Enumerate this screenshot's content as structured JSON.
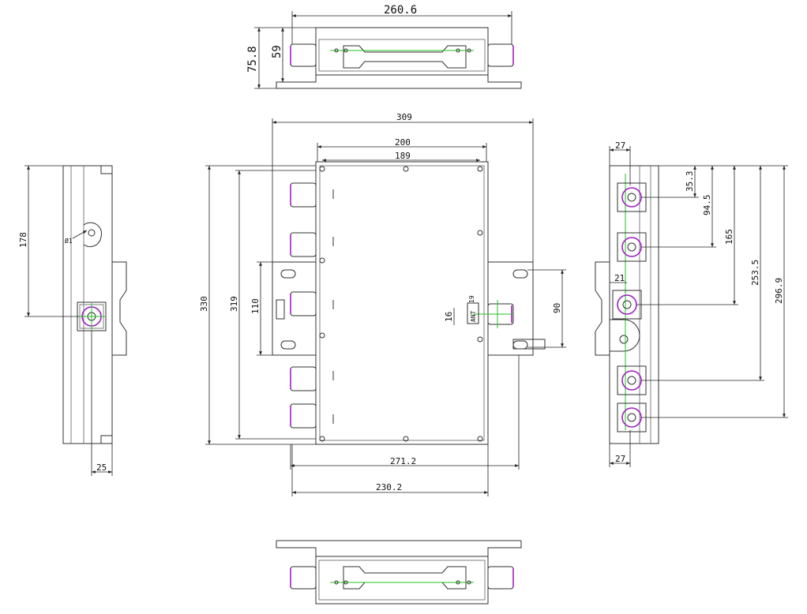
{
  "dimensions": {
    "top_width": "260.6",
    "top_height_outer": "75.8",
    "top_height_inner": "59",
    "front_width_outer": "309",
    "front_width_mid": "200",
    "front_width_inner": "189",
    "front_height_outer": "330",
    "front_height_inner": "319",
    "front_bracket_height": "110",
    "front_bottom_outer": "271.2",
    "front_bottom_inner": "230.2",
    "front_right_bracket": "90",
    "front_port_small_a": "16",
    "front_port_small_b": "19",
    "left_height": "178",
    "left_depth": "25",
    "left_hole_label": "Ø1",
    "right_top_width": "27",
    "right_bottom_width": "27",
    "right_offset": "21",
    "right_dim_1": "35.3",
    "right_dim_2": "94.5",
    "right_dim_3": "165",
    "right_dim_4": "253.5",
    "right_dim_5": "296.9"
  },
  "label_ant": "ANT",
  "colors": {
    "line": "#303030",
    "center": "#20c020",
    "connector": "#a020c0"
  }
}
